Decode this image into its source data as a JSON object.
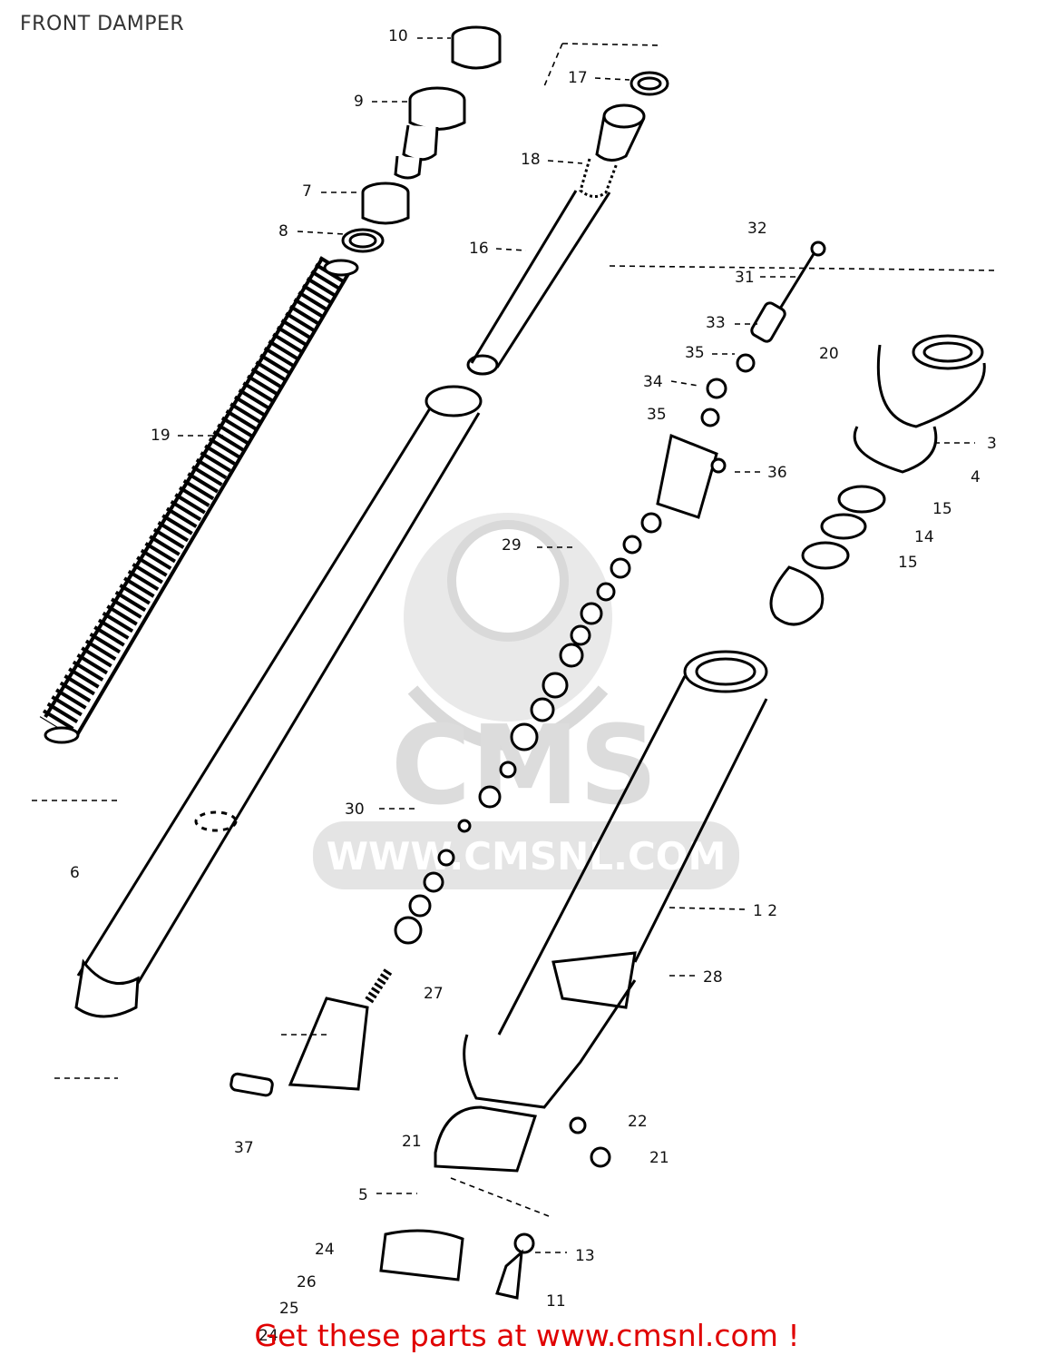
{
  "header": {
    "title": "FRONT DAMPER"
  },
  "watermark": {
    "brand": "CMS",
    "url": "WWW.CMSNL.COM",
    "color": "#d6d6d6"
  },
  "footer": {
    "text": "Get these parts at www.cmsnl.com !",
    "color": "#e00000"
  },
  "callouts": [
    {
      "id": "c10",
      "label": "10"
    },
    {
      "id": "c9",
      "label": "9"
    },
    {
      "id": "c7",
      "label": "7"
    },
    {
      "id": "c8",
      "label": "8"
    },
    {
      "id": "c19",
      "label": "19"
    },
    {
      "id": "c6",
      "label": "6"
    },
    {
      "id": "c17",
      "label": "17"
    },
    {
      "id": "c18",
      "label": "18"
    },
    {
      "id": "c16",
      "label": "16"
    },
    {
      "id": "c32",
      "label": "32"
    },
    {
      "id": "c31",
      "label": "31"
    },
    {
      "id": "c33",
      "label": "33"
    },
    {
      "id": "c35a",
      "label": "35"
    },
    {
      "id": "c34",
      "label": "34"
    },
    {
      "id": "c35b",
      "label": "35"
    },
    {
      "id": "c20",
      "label": "20"
    },
    {
      "id": "c36",
      "label": "36"
    },
    {
      "id": "c3",
      "label": "3"
    },
    {
      "id": "c4",
      "label": "4"
    },
    {
      "id": "c15a",
      "label": "15"
    },
    {
      "id": "c14",
      "label": "14"
    },
    {
      "id": "c15b",
      "label": "15"
    },
    {
      "id": "c29",
      "label": "29"
    },
    {
      "id": "c30",
      "label": "30"
    },
    {
      "id": "c1",
      "label": "1 2"
    },
    {
      "id": "c28",
      "label": "28"
    },
    {
      "id": "c27",
      "label": "27"
    },
    {
      "id": "c37",
      "label": "37"
    },
    {
      "id": "c21a",
      "label": "21"
    },
    {
      "id": "c22",
      "label": "22"
    },
    {
      "id": "c21b",
      "label": "21"
    },
    {
      "id": "c5",
      "label": "5"
    },
    {
      "id": "c24a",
      "label": "24"
    },
    {
      "id": "c13",
      "label": "13"
    },
    {
      "id": "c26",
      "label": "26"
    },
    {
      "id": "c25",
      "label": "25"
    },
    {
      "id": "c11",
      "label": "11"
    },
    {
      "id": "c24b",
      "label": "24"
    }
  ]
}
